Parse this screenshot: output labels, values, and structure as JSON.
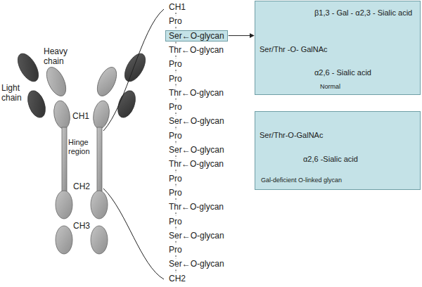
{
  "diagram": {
    "nodes": [
      {
        "text": [
          "Ser←O-glycan"
        ]
      },
      {
        "text": [
          "β1,3 - Gal - α2,3 - Sialic acid",
          "Ser/Thr -O- GalNAc",
          "α2,6 - Sialic acid",
          "Normal"
        ]
      },
      {
        "text": [
          "Ser/Thr-O-GalNAc",
          "α2,6 -Sialic acid",
          "Gal-deficient O-linked glycan"
        ]
      }
    ],
    "edges": [
      {
        "from": 0,
        "to": 1,
        "arrow": "to"
      }
    ],
    "labels": [
      "Light chain",
      "Heavy chain",
      "CH1",
      "Hinge region",
      "CH2",
      "CH3",
      "CH1",
      "Pro",
      "Thr←O-glycan",
      "Pro",
      "Pro",
      "Thr←O-glycan",
      "Pro",
      "Ser←O-glycan",
      "Pro",
      "Ser←O-glycan",
      "Thr←O-glycan",
      "Pro",
      "Pro",
      "Thr←O-glycan",
      "Pro",
      "Ser←O-glycan",
      "Pro",
      "Ser←O-glycan",
      "CH2"
    ]
  }
}
